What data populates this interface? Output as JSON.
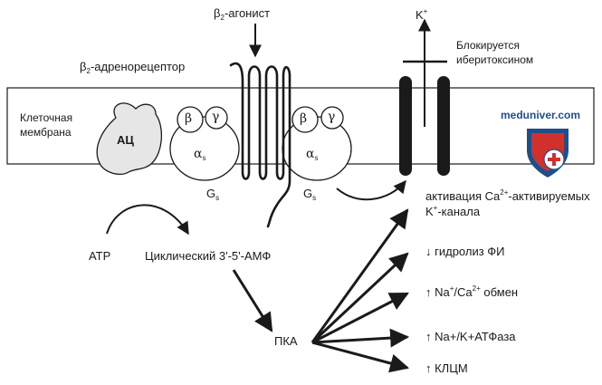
{
  "labels": {
    "agonist_beta": "β",
    "agonist_sub": "2",
    "agonist_rest": "-агонист",
    "receptor_beta": "β",
    "receptor_sub": "2",
    "receptor_rest": "-адренорецептор",
    "k_ion": "K",
    "k_sup": "+",
    "blocked_line1": "Блокируется",
    "blocked_line2": "иберитоксином",
    "membrane_line1": "Клеточная",
    "membrane_line2": "мембрана",
    "ac": "АЦ",
    "beta": "β",
    "gamma": "γ",
    "alpha": "α",
    "alpha_sub": "s",
    "gs": "G",
    "gs_sub": "s",
    "atp": "АТР",
    "camp": "Циклический 3'-5'-АМФ",
    "pka": "ПКА",
    "effect1_a": "активация Ca",
    "effect1_sup": "2+",
    "effect1_b": "-активируемых",
    "effect1_line2_a": "K",
    "effect1_line2_sup": "+",
    "effect1_line2_b": "-канала",
    "effect2": "↓ гидролиз ФИ",
    "effect3_a": "↑ Na",
    "effect3_sup1": "+",
    "effect3_b": "/Ca",
    "effect3_sup2": "2+",
    "effect3_c": " обмен",
    "effect4": "↑ Na+/K+АТФаза",
    "effect5": "↑ КЛЦМ"
  },
  "watermark": "meduniver.com",
  "colors": {
    "line": "#1a1a1a",
    "membrane_fill": "#ffffff",
    "ac_fill": "#e6e6e6",
    "shield_red": "#d0312d",
    "shield_blue": "#1f4f8a"
  }
}
